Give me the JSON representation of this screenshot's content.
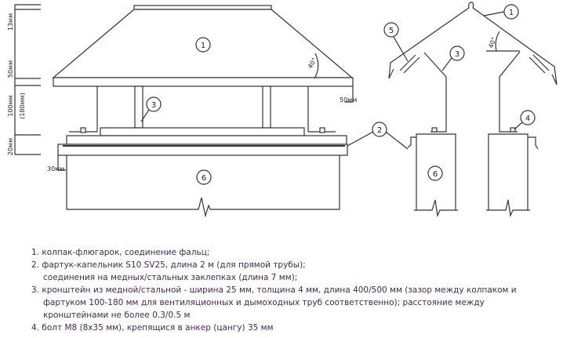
{
  "diagram": {
    "callouts": [
      "1",
      "2",
      "3",
      "4",
      "5",
      "6"
    ],
    "angle_label": "40°",
    "dimensions": {
      "top": "13мм",
      "cap": "50мм",
      "gap": "100мм",
      "gap_alt": "(180мм)",
      "collar": "20мм",
      "overhang": "50мм",
      "drip": "30мм"
    }
  },
  "notes": [
    {
      "num": "1.",
      "lines": [
        "колпак-флюгарок, соединение фальц;"
      ]
    },
    {
      "num": "2.",
      "lines": [
        "фартук-капельник S10 SV25, длина 2 м (для  прямой трубы);",
        "соединения на медных/стальных заклепках  (длина 7 мм);"
      ]
    },
    {
      "num": "3.",
      "lines": [
        "кронштейн из медной/стальной - ширина 25 мм, толщина 4 мм, длина 400/500 мм (зазор между колпаком и",
        "фартуком 100-180 мм для вентиляционных и дымоходных труб соответственно); расстояние между",
        "кронштейнами не более 0.3/0.5 м"
      ]
    },
    {
      "num": "4.",
      "lines": [
        "болт М8 (8х35 мм), крепящися в анкер (цангу) 35 мм"
      ]
    }
  ]
}
